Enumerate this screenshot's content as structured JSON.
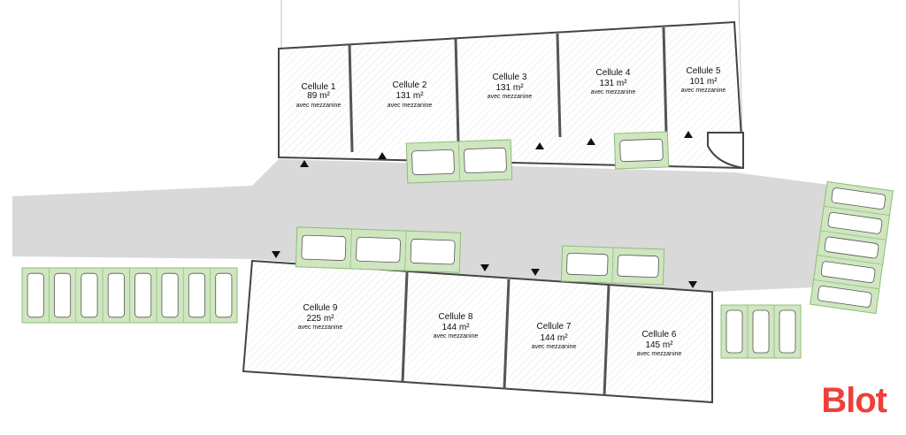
{
  "plan": {
    "top_cells": [
      {
        "name": "Cellule 1",
        "area": "89 m²",
        "note": "avec mezzanine"
      },
      {
        "name": "Cellule 2",
        "area": "131 m²",
        "note": "avec mezzanine"
      },
      {
        "name": "Cellule 3",
        "area": "131 m²",
        "note": "avec mezzanine"
      },
      {
        "name": "Cellule 4",
        "area": "131 m²",
        "note": "avec mezzanine"
      },
      {
        "name": "Cellule 5",
        "area": "101 m²",
        "note": "avec mezzanine"
      }
    ],
    "bottom_cells": [
      {
        "name": "Cellule 9",
        "area": "225 m²",
        "note": "avec mezzanine"
      },
      {
        "name": "Cellule 8",
        "area": "144 m²",
        "note": "avec mezzanine"
      },
      {
        "name": "Cellule 7",
        "area": "144 m²",
        "note": "avec mezzanine"
      },
      {
        "name": "Cellule 6",
        "area": "145 m²",
        "note": "avec mezzanine"
      }
    ]
  },
  "colors": {
    "road": "#d9d9d9",
    "parking": "#cfe6c0",
    "parking_border": "#8fbf7a",
    "logo": "#ee3f3a"
  },
  "logo": "Blot"
}
